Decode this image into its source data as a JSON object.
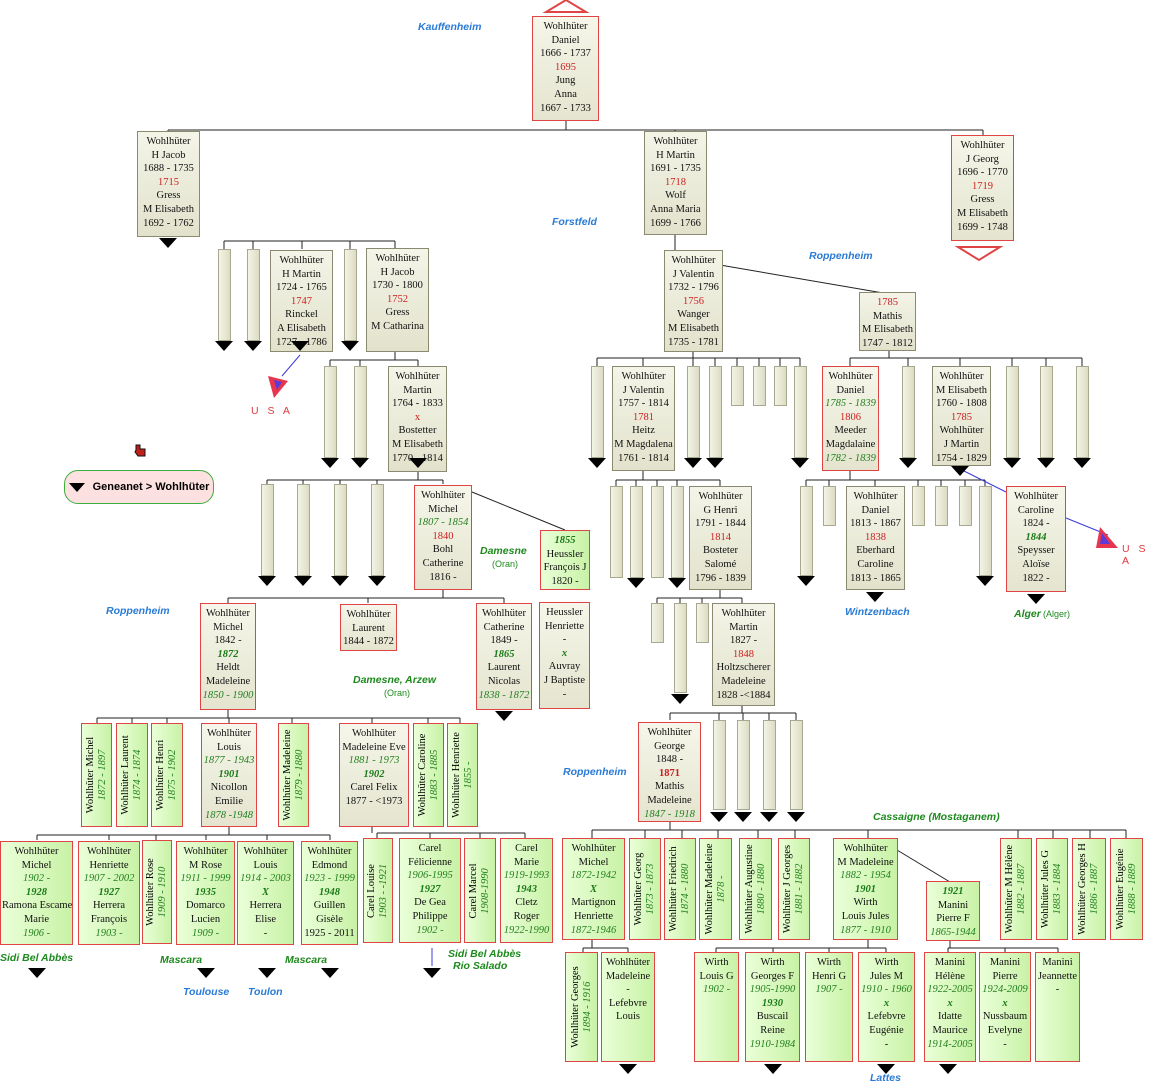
{
  "places": {
    "kauffenheim": "Kauffenheim",
    "forstfeld": "Forstfeld",
    "roppenheim": "Roppenheim",
    "damesne": "Damesne",
    "oran": "(Oran)",
    "damesne_arzew": "Damesne, Arzew",
    "wintzenbach": "Wintzenbach",
    "alger": "Alger",
    "alger_sm": "(Alger)",
    "cassaigne": "Cassaigne (Mostaganem)",
    "sidi_bel_abbes": "Sidi Bel  Abbès",
    "mascara": "Mascara",
    "toulouse": "Toulouse",
    "toulon": "Toulon",
    "sidi_rio": "Sidi Bel Abbès",
    "rio_salado": "Rio Salado",
    "lattes": "Lattes"
  },
  "usa": "U S A",
  "geneanet": {
    "label": "Geneanet > Wohlhüter"
  },
  "people": {
    "daniel": [
      "Wohlhüter",
      "Daniel",
      "1666 - 1737",
      "1695",
      "Jung",
      "Anna",
      "1667 - 1733"
    ],
    "h_jacob": [
      "Wohlhüter",
      "H Jacob",
      "1688 - 1735",
      "1715",
      "Gress",
      "M Elisabeth",
      "1692 - 1762"
    ],
    "h_martin": [
      "Wohlhüter",
      "H Martin",
      "1691 - 1735",
      "1718",
      "Wolf",
      "Anna Maria",
      "1699 - 1766"
    ],
    "j_georg": [
      "Wohlhüter",
      "J Georg",
      "1696 - 1770",
      "1719",
      "Gress",
      "M Elisabeth",
      "1699 - 1748"
    ],
    "h_martin2": [
      "Wohlhüter",
      "H Martin",
      "1724 - 1765",
      "1747",
      "Rinckel",
      "A Elisabeth",
      "1727 - 1786"
    ],
    "h_jacob2": [
      "Wohlhüter",
      "H Jacob",
      "1730 - 1800",
      "1752",
      "Gress",
      "M Catharina"
    ],
    "j_valentin": [
      "Wohlhüter",
      "J Valentin",
      "1732 - 1796",
      "1756",
      "Wanger",
      "M Elisabeth",
      "1735 - 1781"
    ],
    "mathis": [
      "1785",
      "Mathis",
      "M Elisabeth",
      "1747 - 1812"
    ],
    "martin1764": [
      "Wohlhüter",
      "Martin",
      "1764 - 1833",
      "x",
      "Bostetter",
      "M Elisabeth",
      "1770 - 1814"
    ],
    "j_valentin2": [
      "Wohlhüter",
      "J Valentin",
      "1757 - 1814",
      "1781",
      "Heitz",
      "M Magdalena",
      "1761 - 1814"
    ],
    "daniel1785": [
      "Wohlhüter",
      "Daniel",
      "1785 - 1839",
      "1806",
      "Meeder",
      "Magdalaine",
      "1782 - 1839"
    ],
    "m_elisabeth": [
      "Wohlhüter",
      "M Elisabeth",
      "1760 - 1808",
      "1785",
      "Wohlhüter",
      "J Martin",
      "1754 - 1829"
    ],
    "michel1807": [
      "Wohlhüter",
      "Michel",
      "1807 - 1854",
      "1840",
      "Bohl",
      "Catherine",
      "1816 -"
    ],
    "heussler": [
      "1855",
      "Heussler",
      "François J",
      "1820 -"
    ],
    "g_henri": [
      "Wohlhüter",
      "G Henri",
      "1791 - 1844",
      "1814",
      "Bosteter",
      "Salomé",
      "1796 - 1839"
    ],
    "daniel1813": [
      "Wohlhüter",
      "Daniel",
      "1813 - 1867",
      "1838",
      "Eberhard",
      "Caroline",
      "1813 - 1865"
    ],
    "caroline": [
      "Wohlhüter",
      "Caroline",
      "1824 -",
      "1844",
      "Speysser",
      "Aloïse",
      "1822 -"
    ],
    "michel1842": [
      "Wohlhüter",
      "Michel",
      "1842 -",
      "1872",
      "Heldt",
      "Madeleine",
      "1850 - 1900"
    ],
    "laurent": [
      "Wohlhüter",
      "Laurent",
      "1844 - 1872"
    ],
    "catherine": [
      "Wohlhüter",
      "Catherine",
      "1849 -",
      "1865",
      "Laurent",
      "Nicolas",
      "1838 - 1872"
    ],
    "heussler2": [
      "Heussler",
      "Henriette",
      "-",
      "x",
      "Auvray",
      "J Baptiste",
      "-"
    ],
    "martin1827": [
      "Wohlhüter",
      "Martin",
      "1827 -",
      "1848",
      "Holtzscherer",
      "Madeleine",
      "1828 -<1884"
    ],
    "louis1877": [
      "Wohlhüter",
      "Louis",
      "1877 - 1943",
      "1901",
      "Nicollon",
      "Emilie",
      "1878 -1948"
    ],
    "madeleine_eve": [
      "Wohlhüter",
      "Madeleine Eve",
      "1881 - 1973",
      "1902",
      "Carel Felix",
      "1877 - <1973"
    ],
    "george1848": [
      "Wohlhüter",
      "George",
      "1848 -",
      "1871",
      "Mathis",
      "Madeleine",
      "1847 - 1918"
    ],
    "michel1902": [
      "Wohlhüter",
      "Michel",
      "1902 -",
      "1928",
      "Ramona Escames",
      "Marie",
      "1906 -"
    ],
    "henriette1907": [
      "Wohlhüter",
      "Henriette",
      "1907 - 2002",
      "1927",
      "Herrera",
      "François",
      "1903  -"
    ],
    "m_rose": [
      "Wohlhüter",
      "M Rose",
      "1911 - 1999",
      "1935",
      "Domarco",
      "Lucien",
      "1909 -"
    ],
    "louis1914": [
      "Wohlhüter",
      "Louis",
      "1914 - 2003",
      "X",
      "Herrera",
      "Elise",
      "-"
    ],
    "edmond": [
      "Wohlhüter",
      "Edmond",
      "1923 - 1999",
      "1948",
      "Guillen",
      "Gisèle",
      "1925 -  2011"
    ],
    "carel_felicienne": [
      "Carel",
      "Félicienne",
      "1906-1995",
      "1927",
      "De Gea",
      "Philippe",
      "1902 -"
    ],
    "carel_marie": [
      "Carel",
      "Marie",
      "1919-1993",
      "1943",
      "Cletz",
      "Roger",
      "1922-1990"
    ],
    "michel1872": [
      "Wohlhüter",
      "Michel",
      "1872-1942",
      "X",
      "Martignon",
      "Henriette",
      "1872-1946"
    ],
    "m_madeleine": [
      "Wohlhüter",
      "M Madeleine",
      "1882 - 1954",
      "1901",
      "Wirth",
      "Louis Jules",
      "1877 - 1910"
    ],
    "manini_pierre": [
      "1921",
      "Manini",
      "Pierre F",
      "1865-1944"
    ],
    "madeleine_lefebvre": [
      "Wohlhüter",
      "Madeleine",
      "-",
      "Lefebvre",
      "Louis"
    ],
    "wirth_louis": [
      "Wirth",
      "Louis G",
      "1902 -"
    ],
    "wirth_georges": [
      "Wirth",
      "Georges F",
      "1905-1990",
      "1930",
      "Buscail",
      "Reine",
      "1910-1984"
    ],
    "wirth_henri": [
      "Wirth",
      "Henri G",
      "1907 -"
    ],
    "wirth_jules": [
      "Wirth",
      "Jules M",
      "1910 - 1960",
      "x",
      "Lefebvre",
      "Eugénie",
      "-"
    ],
    "manini_helene": [
      "Manini",
      "Hélène",
      "1922-2005",
      "x",
      "Idatte",
      "Maurice",
      "1914-2005"
    ],
    "manini_pierre2": [
      "Manini",
      "Pierre",
      "1924-2009",
      "x",
      "Nussbaum",
      "Evelyne",
      "-"
    ],
    "manini_jeannette": [
      "Manini",
      "Jeannette",
      "-"
    ]
  },
  "vertical": {
    "v_michel": [
      "Wohlhüter Michel",
      "1872 - 1897"
    ],
    "v_laurent": [
      "Wohlhüter Laurent",
      "1874 - 1874"
    ],
    "v_henri": [
      "Wohlhüter Henri",
      "1875 - 1902"
    ],
    "v_madeleine": [
      "Wohlhüter Madeleine",
      "1879 - 1880"
    ],
    "v_caroline": [
      "Wohlhüter Caroline",
      "1883 - 1885"
    ],
    "v_henriette": [
      "Wohlhüter Henriette",
      "1855 -"
    ],
    "v_rose": [
      "Wohlhüter Rose",
      "1909 - 1910"
    ],
    "v_carel_louise": [
      "Carel Louise",
      "1903 - -1921"
    ],
    "v_carel_marcel": [
      "Carel Marcel",
      "1908-1990"
    ],
    "v_georg": [
      "Wohlhüter Georg",
      "1873 - 1873"
    ],
    "v_friedrich": [
      "Wohlhüter Friedrich",
      "1874 - 1880"
    ],
    "v_madeleine2": [
      "Wohlhüter Madeleine",
      "1878 -"
    ],
    "v_augustine": [
      "Wohlhüter Augustine",
      "1880 - 1880"
    ],
    "v_j_georges": [
      "Wohlhüter J Georges",
      "1881 - 1882"
    ],
    "v_m_helene": [
      "Wohlhüter M Hélène",
      "1882 - 1887"
    ],
    "v_jules_g": [
      "Wohlhüter Jules G",
      "1883 - 1884"
    ],
    "v_georges_h": [
      "Wohlhüter Georges H",
      "1886 - 1887"
    ],
    "v_eugenie": [
      "Wohlhüter Eugénie",
      "1888 - 1889"
    ],
    "v_georges1894": [
      "Wohlhüter Georges",
      "1894 - 1916"
    ]
  }
}
